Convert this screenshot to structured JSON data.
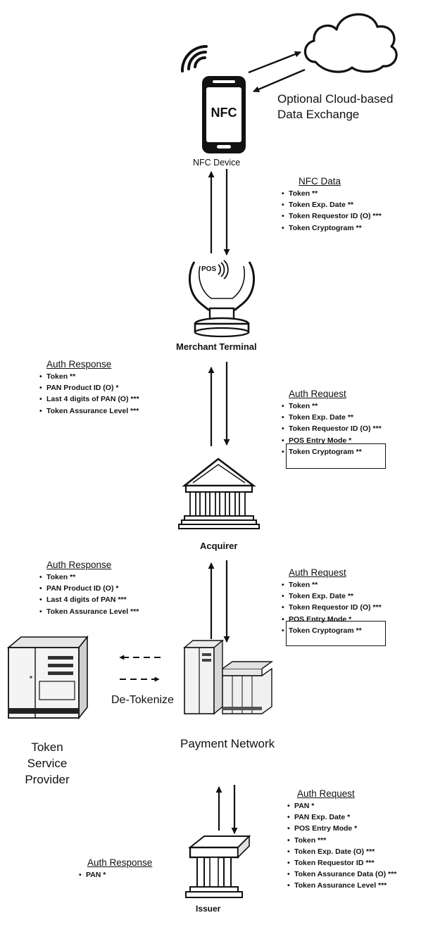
{
  "nodes": {
    "nfc_device": {
      "screen_text": "NFC",
      "label": "NFC Device"
    },
    "cloud": {
      "label_line1": "Optional Cloud-based",
      "label_line2": "Data Exchange"
    },
    "merchant_terminal": {
      "screen_text": "POS",
      "label": "Merchant Terminal"
    },
    "acquirer": {
      "label": "Acquirer"
    },
    "payment_network": {
      "label": "Payment Network"
    },
    "token_service_provider": {
      "label_line1": "Token",
      "label_line2": "Service",
      "label_line3": "Provider"
    },
    "issuer": {
      "label": "Issuer"
    }
  },
  "edges": {
    "detokenize_label": "De-Tokenize"
  },
  "blocks": {
    "nfc_data": {
      "title": "NFC Data",
      "items": [
        "Token **",
        "Token Exp. Date **",
        "Token Requestor ID (O) ***",
        "Token Cryptogram **"
      ]
    },
    "auth_response_1": {
      "title": "Auth Response",
      "items": [
        "Token **",
        "PAN Product ID (O) *",
        "Last 4 digits of PAN (O) ***",
        "Token Assurance Level ***"
      ]
    },
    "auth_request_1": {
      "title": "Auth Request",
      "items": [
        "Token **",
        "Token Exp. Date **",
        "Token Requestor ID (O) ***",
        "POS Entry Mode *",
        "Token Cryptogram **"
      ]
    },
    "auth_response_2": {
      "title": "Auth Response",
      "items": [
        "Token **",
        "PAN Product ID (O) *",
        "Last 4 digits of PAN ***",
        "Token Assurance Level ***"
      ]
    },
    "auth_request_2": {
      "title": "Auth Request",
      "items": [
        "Token **",
        "Token Exp. Date **",
        "Token Requestor ID (O) ***",
        "POS Entry Mode *",
        "Token Cryptogram **"
      ]
    },
    "auth_request_3": {
      "title": "Auth Request",
      "items": [
        "PAN *",
        "PAN Exp. Date *",
        "POS Entry Mode  *",
        "Token ***",
        "Token Exp. Date (O) ***",
        "Token Requestor ID ***",
        "Token Assurance Data (O) ***",
        "Token Assurance Level ***"
      ]
    },
    "auth_response_3": {
      "title": "Auth Response",
      "items": [
        "PAN *"
      ]
    }
  }
}
